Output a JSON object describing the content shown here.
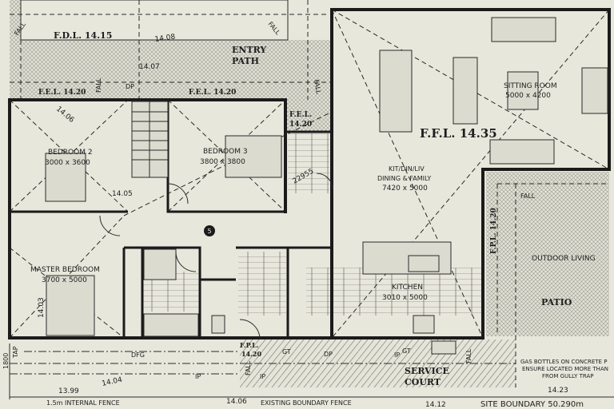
{
  "colors": {
    "paper": "#e8e7dc",
    "ink": "#1b1b1b",
    "hatch": "#9a9a92"
  },
  "levels": {
    "fdl": "F.D.L. 14.15",
    "fel_left": "F.E.L. 14.20",
    "fel_mid": "F.E.L. 14.20",
    "fel_entry_1": "F.E.L.",
    "fel_entry_2": "14.20",
    "ffl": "F.F.L.  14.35",
    "fpl_patio": "F.P.L. 14.20",
    "fpl_service_1": "F.P.L.",
    "fpl_service_2": "14.20"
  },
  "spot_levels": [
    "14.08",
    "14.07",
    "14.06",
    "14.05",
    "14.03",
    "14.04",
    "13.99",
    "14.06",
    "14.12",
    "14.23"
  ],
  "areas": {
    "entry_path_1": "ENTRY",
    "entry_path_2": "PATH",
    "outdoor_living": "OUTDOOR LIVING",
    "patio": "PATIO",
    "service_court_1": "SERVICE",
    "service_court_2": "COURT"
  },
  "rooms": {
    "bedroom2": {
      "name": "BEDROOM 2",
      "size": "3000 x 3600"
    },
    "bedroom3": {
      "name": "BEDROOM 3",
      "size": "3800 x 3800"
    },
    "master": {
      "name": "MASTER BEDROOM",
      "size": "3700 x 5000"
    },
    "sitting": {
      "name": "SITTING ROOM",
      "size": "5000 x 4200"
    },
    "family": {
      "name_1": "KIT/DIN/LIV",
      "name_2": "DINING & FAMILY",
      "size": "7420 x 5000"
    },
    "kitchen": {
      "name": "KITCHEN",
      "size": "3010 x 5000"
    }
  },
  "annotations": {
    "fall": "FALL",
    "dp": "DP",
    "ip": "IP",
    "gt": "GT",
    "dfg": "DFG",
    "tap": "TAP",
    "dim_1800": "1800",
    "diag_22955": "22955",
    "marker_5": "5",
    "internal_fence": "1.5m INTERNAL FENCE",
    "boundary_fence": "EXISTING BOUNDARY FENCE",
    "site_boundary": "SITE BOUNDARY 50.290m",
    "gas_1": "GAS BOTTLES ON CONCRETE P",
    "gas_2": "ENSURE LOCATED MORE THAN",
    "gas_3": "FROM GULLY TRAP"
  }
}
